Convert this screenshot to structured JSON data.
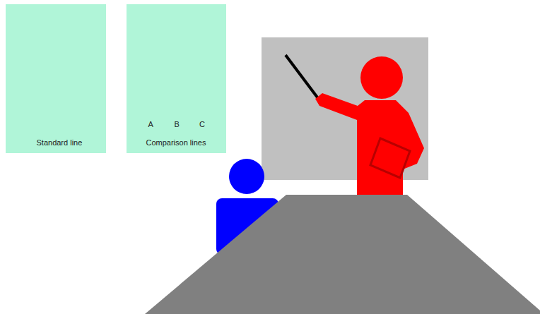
{
  "diagram": {
    "nodes": [
      {
        "text": [
          "Standard line"
        ]
      },
      {
        "text": [
          "A",
          "B",
          "C",
          "Comparison lines"
        ]
      }
    ]
  }
}
